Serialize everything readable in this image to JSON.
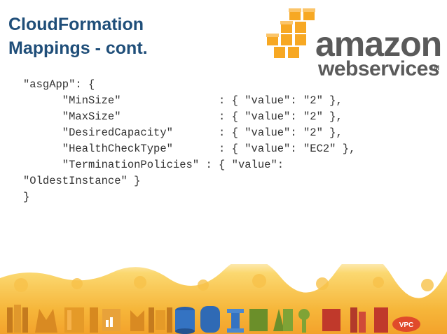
{
  "slide": {
    "title_line1": "CloudFormation",
    "title_line2": "Mappings  - cont."
  },
  "code_lines": [
    "\"asgApp\": {",
    "      \"MinSize\"               : { \"value\": \"2\" },",
    "      \"MaxSize\"               : { \"value\": \"2\" },",
    "      \"DesiredCapacity\"       : { \"value\": \"2\" },",
    "      \"HealthCheckType\"       : { \"value\": \"EC2\" },",
    "      \"TerminationPolicies\" : { \"value\":",
    "\"OldestInstance\" }",
    "}"
  ],
  "logo": {
    "word1": "amazon",
    "word2": "webservices",
    "trademark": "TM"
  },
  "footer": {
    "vpc_label": "VPC"
  },
  "colors": {
    "title": "#1f4e79",
    "code": "#333333",
    "logo_orange": "#f7a823",
    "logo_gray": "#5a5a5a"
  }
}
